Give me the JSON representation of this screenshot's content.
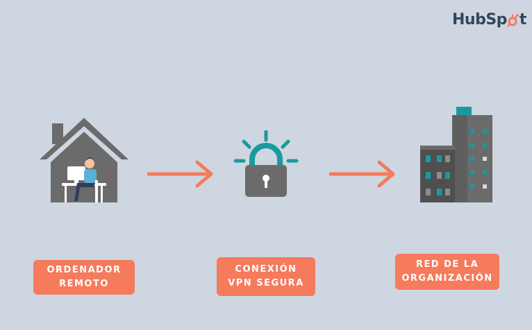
{
  "brand": {
    "logo_text_left": "HubSp",
    "logo_text_right": "t"
  },
  "nodes": [
    {
      "id": "remote",
      "label": "ORDENADOR REMOTO"
    },
    {
      "id": "vpn",
      "label": "CONEXIÓN VPN SEGURA"
    },
    {
      "id": "org",
      "label": "RED DE LA ORGANIZACIÓN"
    }
  ],
  "colors": {
    "background": "#cdd6e1",
    "accent": "#f67a5c",
    "teal": "#1a9a9e",
    "gray": "#6b6b6b"
  }
}
